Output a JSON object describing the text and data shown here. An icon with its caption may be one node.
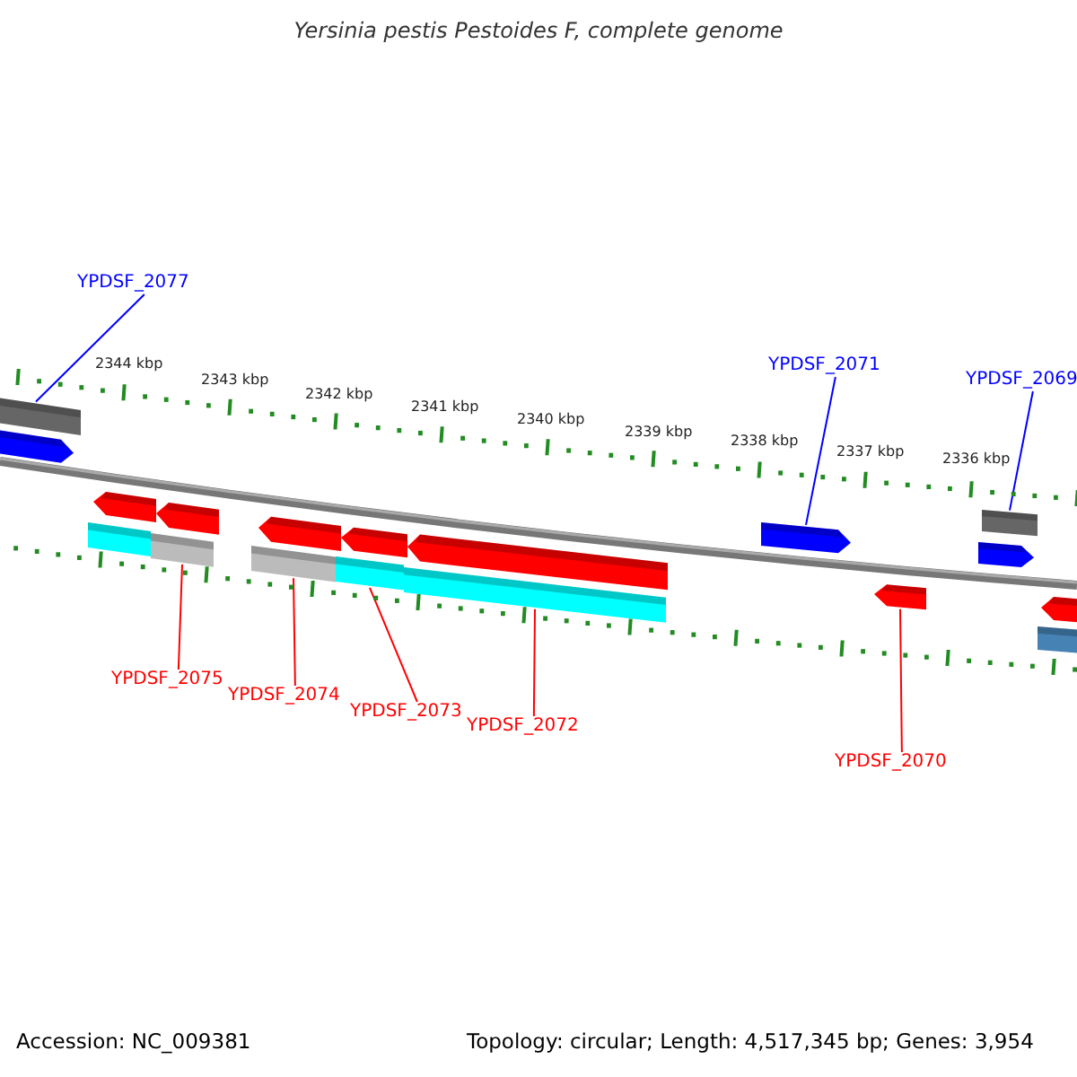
{
  "diagram": {
    "title": "Yersinia pestis Pestoides F, complete genome",
    "nodes": [
      {
        "text": [
          "YPDSF_2077"
        ]
      },
      {
        "text": [],
        "shape": "bar"
      },
      {
        "text": [
          "YPDSF_2071"
        ]
      },
      {
        "text": [],
        "shape": "arrow"
      },
      {
        "text": [
          "YPDSF_2069"
        ]
      },
      {
        "text": [],
        "shape": "bar"
      },
      {
        "text": [
          "YPDSF_2075"
        ]
      },
      {
        "text": [],
        "shape": "bar"
      },
      {
        "text": [
          "YPDSF_2074"
        ]
      },
      {
        "text": [],
        "shape": "bar"
      },
      {
        "text": [
          "YPDSF_2073"
        ]
      },
      {
        "text": [],
        "shape": "bar"
      },
      {
        "text": [
          "YPDSF_2072"
        ]
      },
      {
        "text": [],
        "shape": "bar"
      },
      {
        "text": [
          "YPDSF_2070"
        ]
      },
      {
        "text": [],
        "shape": "arrow"
      },
      {
        "text": [],
        "shape": "arrow"
      },
      {
        "text": [],
        "shape": "arrow"
      },
      {
        "text": [],
        "shape": "arrow"
      },
      {
        "text": [],
        "shape": "bar"
      },
      {
        "text": [],
        "shape": "arrow"
      },
      {
        "text": [],
        "shape": "arrow"
      },
      {
        "text": [],
        "shape": "arrow"
      },
      {
        "text": [],
        "shape": "arrow"
      },
      {
        "text": [],
        "shape": "arrow"
      },
      {
        "text": [],
        "shape": "bar"
      }
    ],
    "edges": [
      {
        "from": 0,
        "to": 1,
        "arrow": "none",
        "color": "#0000ff"
      },
      {
        "from": 2,
        "to": 3,
        "arrow": "none",
        "color": "#0000ff"
      },
      {
        "from": 4,
        "to": 5,
        "arrow": "none",
        "color": "#0000ff"
      },
      {
        "from": 6,
        "to": 7,
        "arrow": "none"
      },
      {
        "from": 8,
        "to": 9,
        "arrow": "none"
      },
      {
        "from": 10,
        "to": 11,
        "arrow": "none"
      },
      {
        "from": 12,
        "to": 13,
        "arrow": "none"
      },
      {
        "from": 14,
        "to": 15,
        "arrow": "none"
      }
    ],
    "labels": [
      "2344 kbp",
      "2343 kbp",
      "2342 kbp",
      "2341 kbp",
      "2340 kbp",
      "2339 kbp",
      "2338 kbp",
      "2337 kbp",
      "2336 kbp",
      "Accession: NC_009381",
      "Topology: circular; Length: 4,517,345 bp; Genes: 3,954"
    ]
  }
}
